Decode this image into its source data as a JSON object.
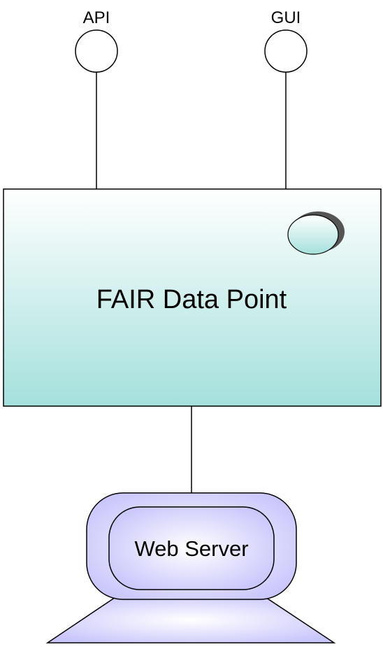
{
  "interfaces": [
    {
      "label": "API"
    },
    {
      "label": "GUI"
    }
  ],
  "component": {
    "label": "FAIR Data Point"
  },
  "node": {
    "label": "Web Server"
  },
  "colors": {
    "component_fill_top": "#ffffff",
    "component_fill_bottom": "#a4e0dc",
    "node_fill": "#c9c6fb",
    "node_fill_light": "#ffffff",
    "line": "#000000",
    "shadow": "#555555"
  }
}
